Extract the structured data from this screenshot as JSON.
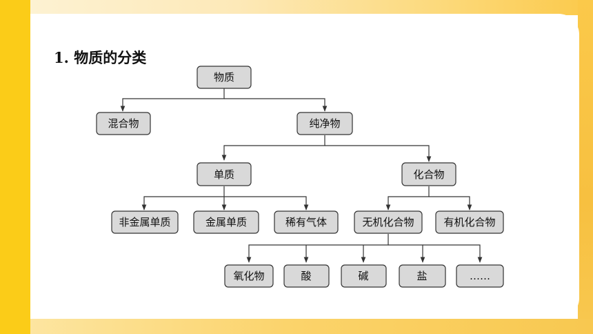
{
  "heading": "1. 物质的分类",
  "diagram": {
    "nodes": {
      "root": "物质",
      "mixture": "混合物",
      "pure": "纯净物",
      "element": "单质",
      "compound": "化合物",
      "nonmetal": "非金属单质",
      "metal": "金属单质",
      "noble_gas": "稀有气体",
      "inorganic": "无机化合物",
      "organic": "有机化合物",
      "oxide": "氧化物",
      "acid": "酸",
      "base": "碱",
      "salt": "盐",
      "more": "……"
    }
  }
}
